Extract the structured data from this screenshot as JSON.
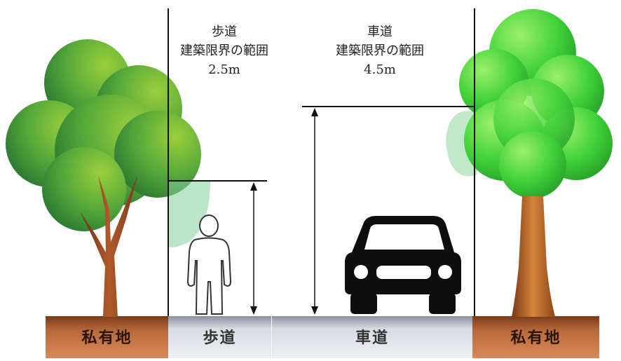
{
  "sidewalk_clearance": {
    "title": "歩道",
    "subtitle": "建築限界の範囲",
    "height": "2.5m"
  },
  "roadway_clearance": {
    "title": "車道",
    "subtitle": "建築限界の範囲",
    "height": "4.5m"
  },
  "ground": {
    "private_left": "私有地",
    "sidewalk": "歩道",
    "roadway": "車道",
    "private_right": "私有地"
  },
  "colors": {
    "soil": "#b86a3a",
    "pavement": "#d7dbe2",
    "tree_dark": "#2f7d34",
    "tree_light": "#3fd13a",
    "trunk": "#a95c2d",
    "line": "#111111"
  },
  "icons": [
    "tree-icon",
    "person-icon",
    "car-icon"
  ]
}
